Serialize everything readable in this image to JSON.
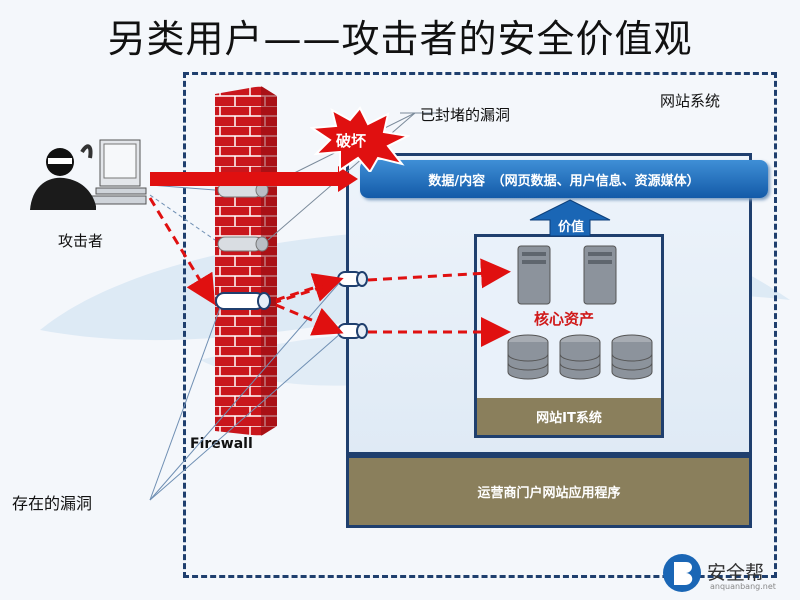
{
  "title": "另类用户——攻击者的安全价值观",
  "site_label": "网站系统",
  "blocked_label": "已封堵的漏洞",
  "damage_label": "破坏",
  "data_bar_label": "数据/内容　（网页数据、用户信息、资源媒体）",
  "value_label": "价值",
  "core_assets_label": "核心资产",
  "it_system_label": "网站IT系统",
  "app_label": "运营商门户网站应用程序",
  "attacker_label": "攻击者",
  "firewall_label": "Firewall",
  "vuln_label": "存在的漏洞",
  "logo": {
    "name": "安全帮",
    "sub": "anquanbang.net"
  },
  "colors": {
    "attack": "#e01010",
    "frame": "#1f3f6e",
    "wall": "#c9161c",
    "app": "#8a7f5c",
    "data_bar": "#1a66b5"
  }
}
